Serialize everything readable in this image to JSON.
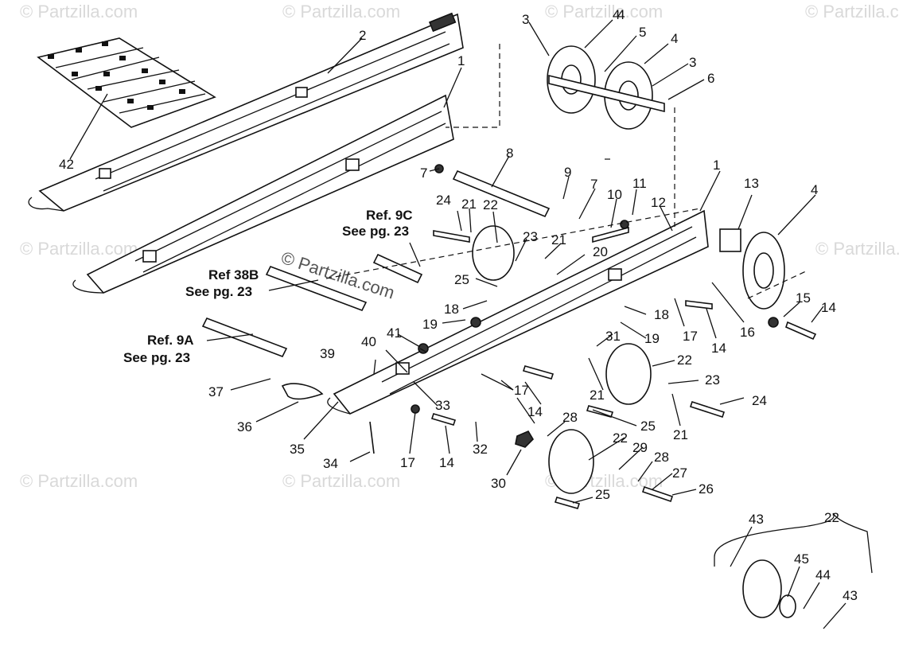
{
  "diagram": {
    "watermarks": [
      "© Partzilla.com",
      "© Partzilla.com",
      "© Partzilla.com",
      "© Partzilla.com",
      "© Partzilla.com",
      "© Partzilla.com",
      "© Partzilla.com",
      "© Partzilla.com",
      "© Partzilla.com"
    ],
    "center_watermark": "© Partzilla.com",
    "refs": {
      "r9c_line1": "Ref. 9C",
      "r9c_line2": "See pg. 23",
      "r38b_line1": "Ref 38B",
      "r38b_line2": "See pg. 23",
      "r9a_line1": "Ref. 9A",
      "r9a_line2": "See pg. 23"
    },
    "callouts": [
      "1",
      "1",
      "2",
      "3",
      "3",
      "4",
      "4",
      "4",
      "4",
      "5",
      "6",
      "7",
      "7",
      "8",
      "9",
      "10",
      "11",
      "12",
      "13",
      "14",
      "14",
      "14",
      "14",
      "15",
      "16",
      "17",
      "17",
      "17",
      "18",
      "18",
      "19",
      "19",
      "20",
      "21",
      "21",
      "21",
      "21",
      "22",
      "22",
      "22",
      "22",
      "23",
      "23",
      "24",
      "24",
      "25",
      "25",
      "25",
      "26",
      "27",
      "28",
      "28",
      "29",
      "30",
      "31",
      "32",
      "33",
      "34",
      "35",
      "36",
      "37",
      "39",
      "40",
      "41",
      "42",
      "43",
      "43",
      "44",
      "45"
    ]
  }
}
